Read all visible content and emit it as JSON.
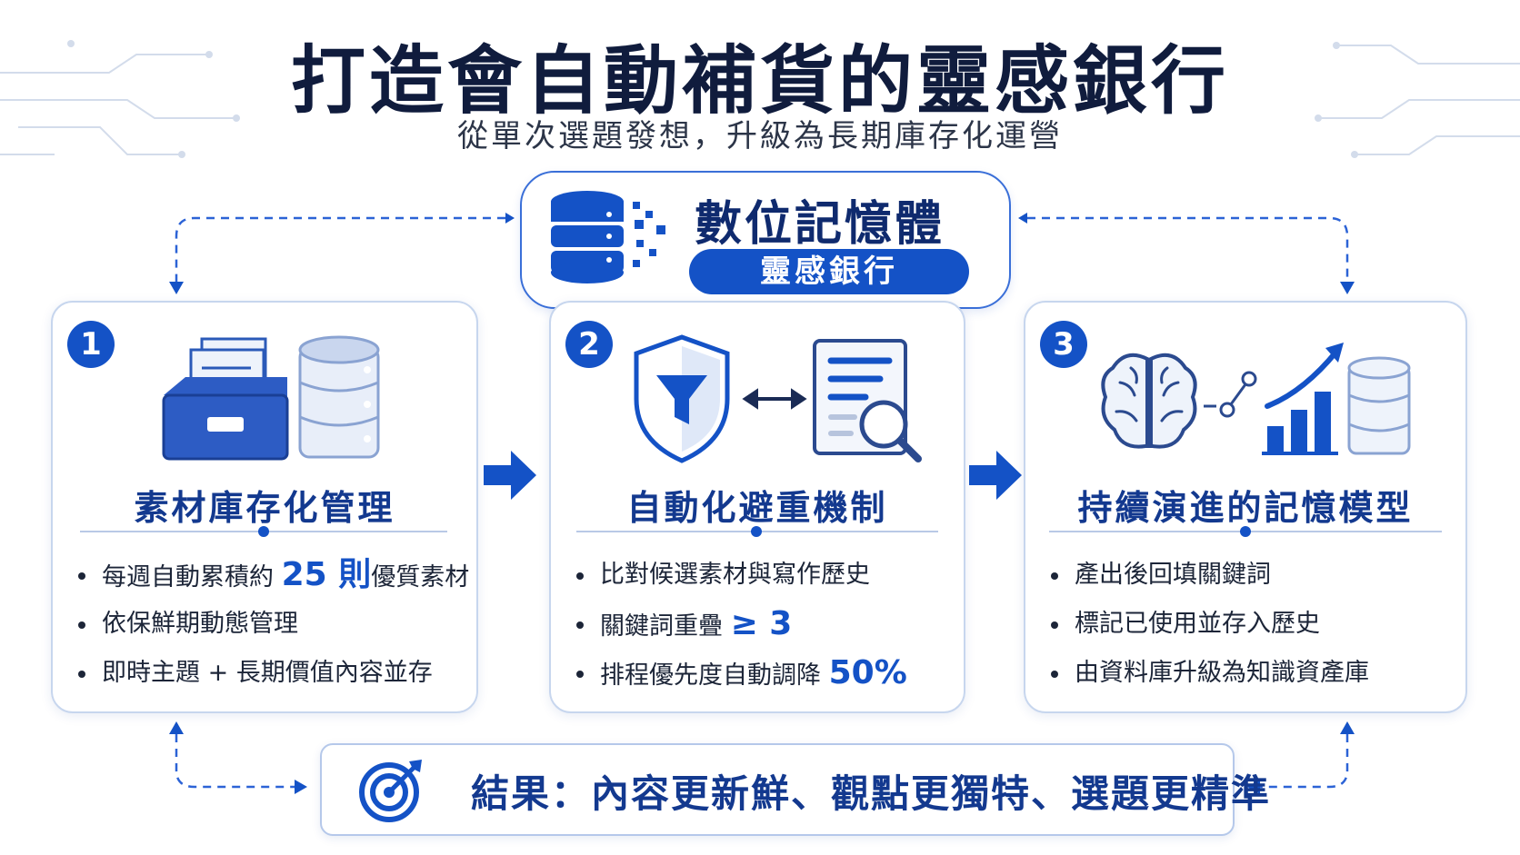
{
  "title": "打造會自動補貨的靈感銀行",
  "subtitle": "從單次選題發想，升級為長期庫存化運營",
  "hub": {
    "title": "數位記憶體",
    "pill": "靈感銀行",
    "icon": "database-icon"
  },
  "cards": [
    {
      "number": "1",
      "title": "素材庫存化管理",
      "icon": "file-drawer-database-icon",
      "items": [
        {
          "pre": "每週自動累積約 ",
          "hl": "25 則",
          "post": "優質素材"
        },
        {
          "pre": "依保鮮期動態管理",
          "hl": "",
          "post": ""
        },
        {
          "pre": "即時主題 + 長期價值內容並存",
          "hl": "",
          "post": ""
        }
      ]
    },
    {
      "number": "2",
      "title": "自動化避重機制",
      "icon": "shield-filter-document-search-icon",
      "items": [
        {
          "pre": "比對候選素材與寫作歷史",
          "hl": "",
          "post": ""
        },
        {
          "pre": "關鍵詞重疊 ",
          "hl": "≥ 3",
          "post": ""
        },
        {
          "pre": "排程優先度自動調降 ",
          "hl": "50%",
          "post": ""
        }
      ]
    },
    {
      "number": "3",
      "title": "持續演進的記憶模型",
      "icon": "brain-growth-chart-database-icon",
      "items": [
        {
          "pre": "產出後回填關鍵詞",
          "hl": "",
          "post": ""
        },
        {
          "pre": "標記已使用並存入歷史",
          "hl": "",
          "post": ""
        },
        {
          "pre": "由資料庫升級為知識資產庫",
          "hl": "",
          "post": ""
        }
      ]
    }
  ],
  "result": {
    "text": "結果：內容更新鮮、觀點更獨特、選題更精準",
    "icon": "target-icon"
  },
  "colors": {
    "primary": "#1452c6",
    "dark_navy": "#101c3d",
    "card_border": "#c7d6ee"
  }
}
